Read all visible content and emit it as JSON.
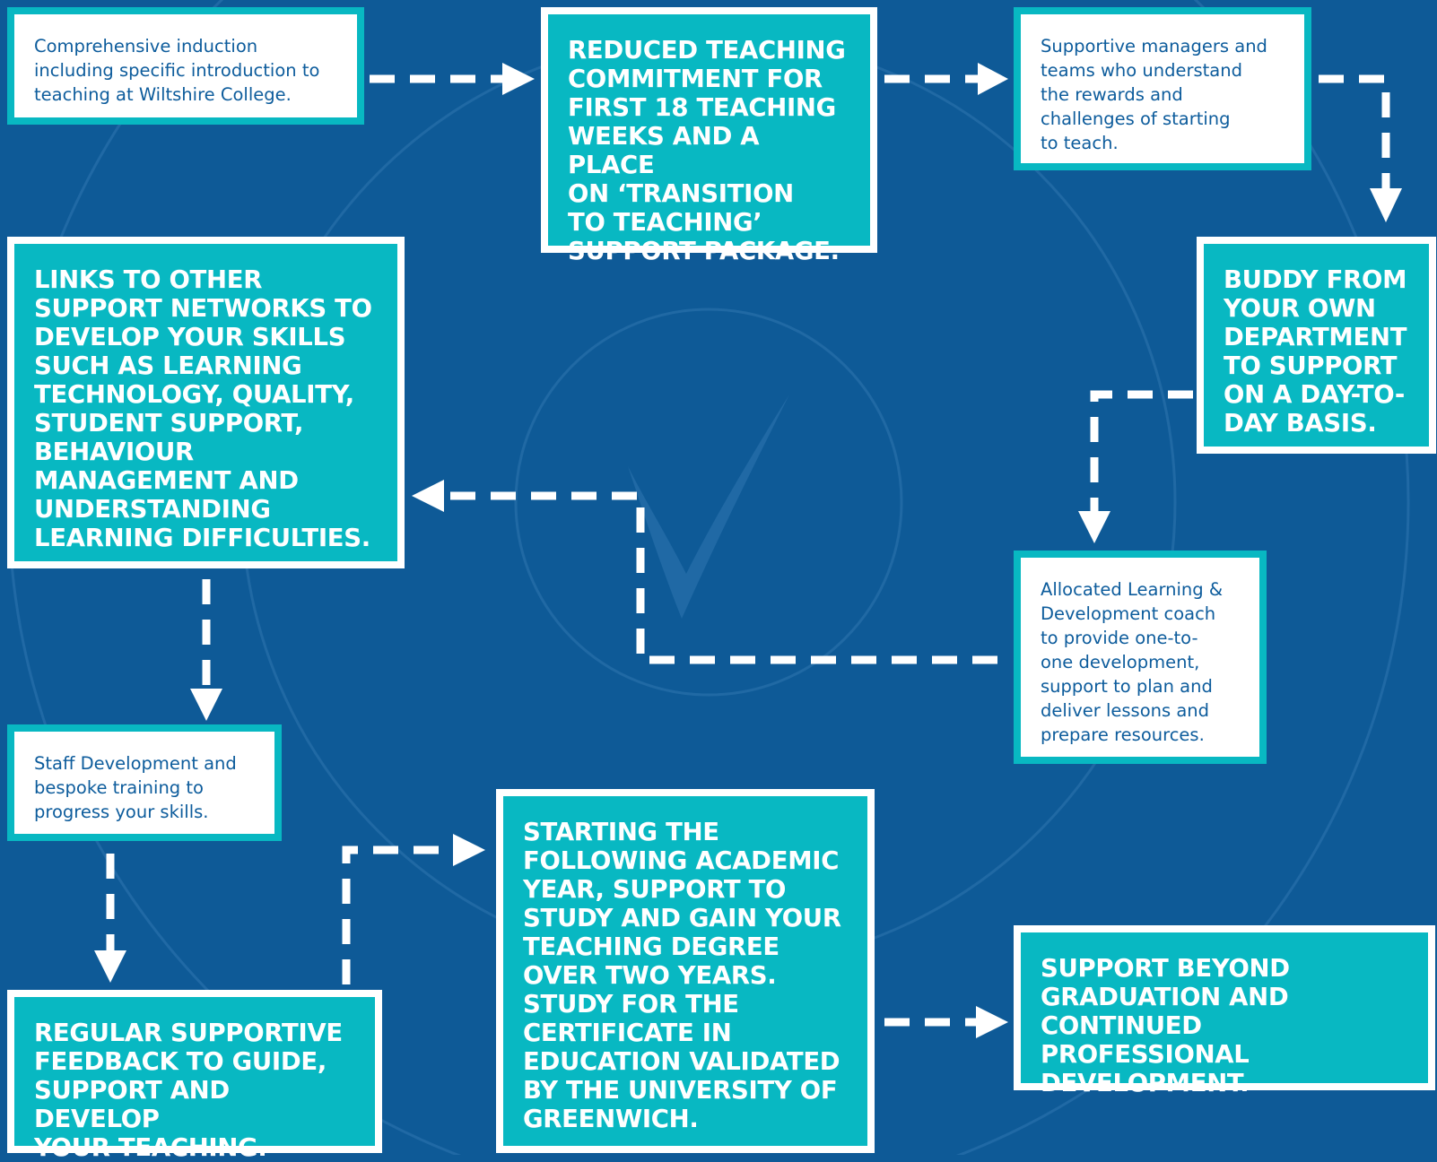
{
  "diagram": {
    "background_color": "#0e5a97",
    "box_teal_color": "#08b8c2",
    "box_white_text_color": "#0d5c9c",
    "connector_color": "#ffffff",
    "boxes": {
      "induction": "Comprehensive induction\nincluding specific introduction to\nteaching at Wiltshire College.",
      "reduced_teaching": "REDUCED TEACHING\nCOMMITMENT FOR\nFIRST 18 TEACHING\nWEEKS AND A PLACE\nON ‘TRANSITION\nTO TEACHING’\nSUPPORT PACKAGE.",
      "supportive_managers": "Supportive managers and\nteams who understand\nthe rewards and\nchallenges of starting\nto teach.",
      "buddy": "BUDDY FROM\nYOUR OWN\nDEPARTMENT\nTO SUPPORT\nON A DAY-TO-\nDAY BASIS.",
      "coach": "Allocated Learning &\nDevelopment coach\nto provide one-to-\none development,\nsupport to plan and\ndeliver lessons and\nprepare resources.",
      "links_networks": "LINKS TO OTHER\nSUPPORT NETWORKS TO\nDEVELOP YOUR SKILLS\nSUCH AS LEARNING\nTECHNOLOGY, QUALITY,\nSTUDENT SUPPORT,\nBEHAVIOUR\nMANAGEMENT AND\nUNDERSTANDING\nLEARNING DIFFICULTIES.",
      "staff_development": "Staff Development and\nbespoke training to\nprogress your skills.",
      "regular_feedback": "REGULAR SUPPORTIVE\nFEEDBACK TO GUIDE,\nSUPPORT AND DEVELOP\nYOUR TEACHING.",
      "teaching_degree": "STARTING THE\nFOLLOWING ACADEMIC\nYEAR, SUPPORT TO\nSTUDY AND GAIN YOUR\nTEACHING DEGREE\nOVER TWO YEARS.\nSTUDY FOR THE\nCERTIFICATE IN\nEDUCATION VALIDATED\nBY THE UNIVERSITY OF\nGREENWICH.",
      "beyond_graduation": "SUPPORT BEYOND\nGRADUATION AND\nCONTINUED PROFESSIONAL\nDEVELOPMENT."
    }
  }
}
